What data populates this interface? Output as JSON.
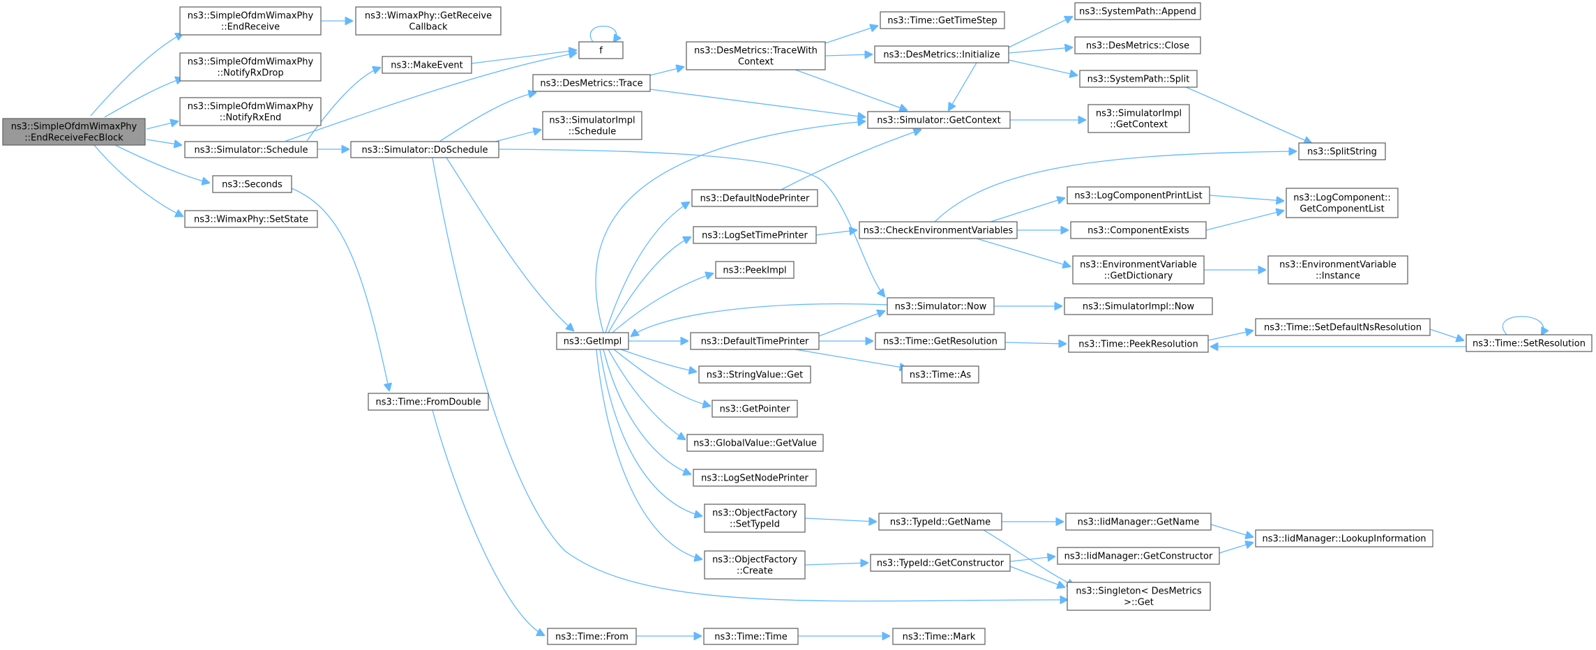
{
  "colors": {
    "edge": "#63b8ff",
    "node_border": "#666666",
    "node_fill": "#ffffff",
    "root_fill": "#999999"
  },
  "nodes": {
    "root": [
      "ns3::SimpleOfdmWimaxPhy",
      "::EndReceiveFecBlock"
    ],
    "endReceive": [
      "ns3::SimpleOfdmWimaxPhy",
      "::EndReceive"
    ],
    "getReceiveCallback": [
      "ns3::WimaxPhy::GetReceive",
      "Callback"
    ],
    "notifyRxDrop": [
      "ns3::SimpleOfdmWimaxPhy",
      "::NotifyRxDrop"
    ],
    "notifyRxEnd": [
      "ns3::SimpleOfdmWimaxPhy",
      "::NotifyRxEnd"
    ],
    "schedule": [
      "ns3::Simulator::Schedule"
    ],
    "seconds": [
      "ns3::Seconds"
    ],
    "setState": [
      "ns3::WimaxPhy::SetState"
    ],
    "makeEvent": [
      "ns3::MakeEvent"
    ],
    "f": [
      "f"
    ],
    "doSchedule": [
      "ns3::Simulator::DoSchedule"
    ],
    "fromDouble": [
      "ns3::Time::FromDouble"
    ],
    "timeFrom": [
      "ns3::Time::From"
    ],
    "desTrace": [
      "ns3::DesMetrics::Trace"
    ],
    "simImplSchedule": [
      "ns3::SimulatorImpl",
      "::Schedule"
    ],
    "getImpl": [
      "ns3::GetImpl"
    ],
    "traceWithContext": [
      "ns3::DesMetrics::TraceWith",
      "Context"
    ],
    "defaultNodePrinter": [
      "ns3::DefaultNodePrinter"
    ],
    "logSetTimePrinter": [
      "ns3::LogSetTimePrinter"
    ],
    "peekImpl": [
      "ns3::PeekImpl"
    ],
    "defaultTimePrinter": [
      "ns3::DefaultTimePrinter"
    ],
    "stringValueGet": [
      "ns3::StringValue::Get"
    ],
    "getPointer": [
      "ns3::GetPointer"
    ],
    "globalValueGetValue": [
      "ns3::GlobalValue::GetValue"
    ],
    "logSetNodePrinter": [
      "ns3::LogSetNodePrinter"
    ],
    "ofSetTypeId": [
      "ns3::ObjectFactory",
      "::SetTypeId"
    ],
    "ofCreate": [
      "ns3::ObjectFactory",
      "::Create"
    ],
    "timeTime": [
      "ns3::Time::Time"
    ],
    "timeMark": [
      "ns3::Time::Mark"
    ],
    "getTimeStep": [
      "ns3::Time::GetTimeStep"
    ],
    "desInitialize": [
      "ns3::DesMetrics::Initialize"
    ],
    "getContext": [
      "ns3::Simulator::GetContext"
    ],
    "checkEnv": [
      "ns3::CheckEnvironmentVariables"
    ],
    "simNow": [
      "ns3::Simulator::Now"
    ],
    "getResolution": [
      "ns3::Time::GetResolution"
    ],
    "timeAs": [
      "ns3::Time::As"
    ],
    "typeIdGetName": [
      "ns3::TypeId::GetName"
    ],
    "typeIdGetConstructor": [
      "ns3::TypeId::GetConstructor"
    ],
    "pathAppend": [
      "ns3::SystemPath::Append"
    ],
    "desClose": [
      "ns3::DesMetrics::Close"
    ],
    "pathSplit": [
      "ns3::SystemPath::Split"
    ],
    "simImplGetContext": [
      "ns3::SimulatorImpl",
      "::GetContext"
    ],
    "logComponentPrintList": [
      "ns3::LogComponentPrintList"
    ],
    "componentExists": [
      "ns3::ComponentExists"
    ],
    "envGetDictionary": [
      "ns3::EnvironmentVariable",
      "::GetDictionary"
    ],
    "simImplNow": [
      "ns3::SimulatorImpl::Now"
    ],
    "peekResolution": [
      "ns3::Time::PeekResolution"
    ],
    "iidGetName": [
      "ns3::IidManager::GetName"
    ],
    "iidGetConstructor": [
      "ns3::IidManager::GetConstructor"
    ],
    "singletonGet": [
      "ns3::Singleton< DesMetrics",
      " >::Get"
    ],
    "splitString": [
      "ns3::SplitString"
    ],
    "getComponentList": [
      "ns3::LogComponent::",
      "GetComponentList"
    ],
    "envInstance": [
      "ns3::EnvironmentVariable",
      "::Instance"
    ],
    "setDefaultNsResolution": [
      "ns3::Time::SetDefaultNsResolution"
    ],
    "iidLookup": [
      "ns3::IidManager::LookupInformation"
    ],
    "setResolution": [
      "ns3::Time::SetResolution"
    ]
  }
}
